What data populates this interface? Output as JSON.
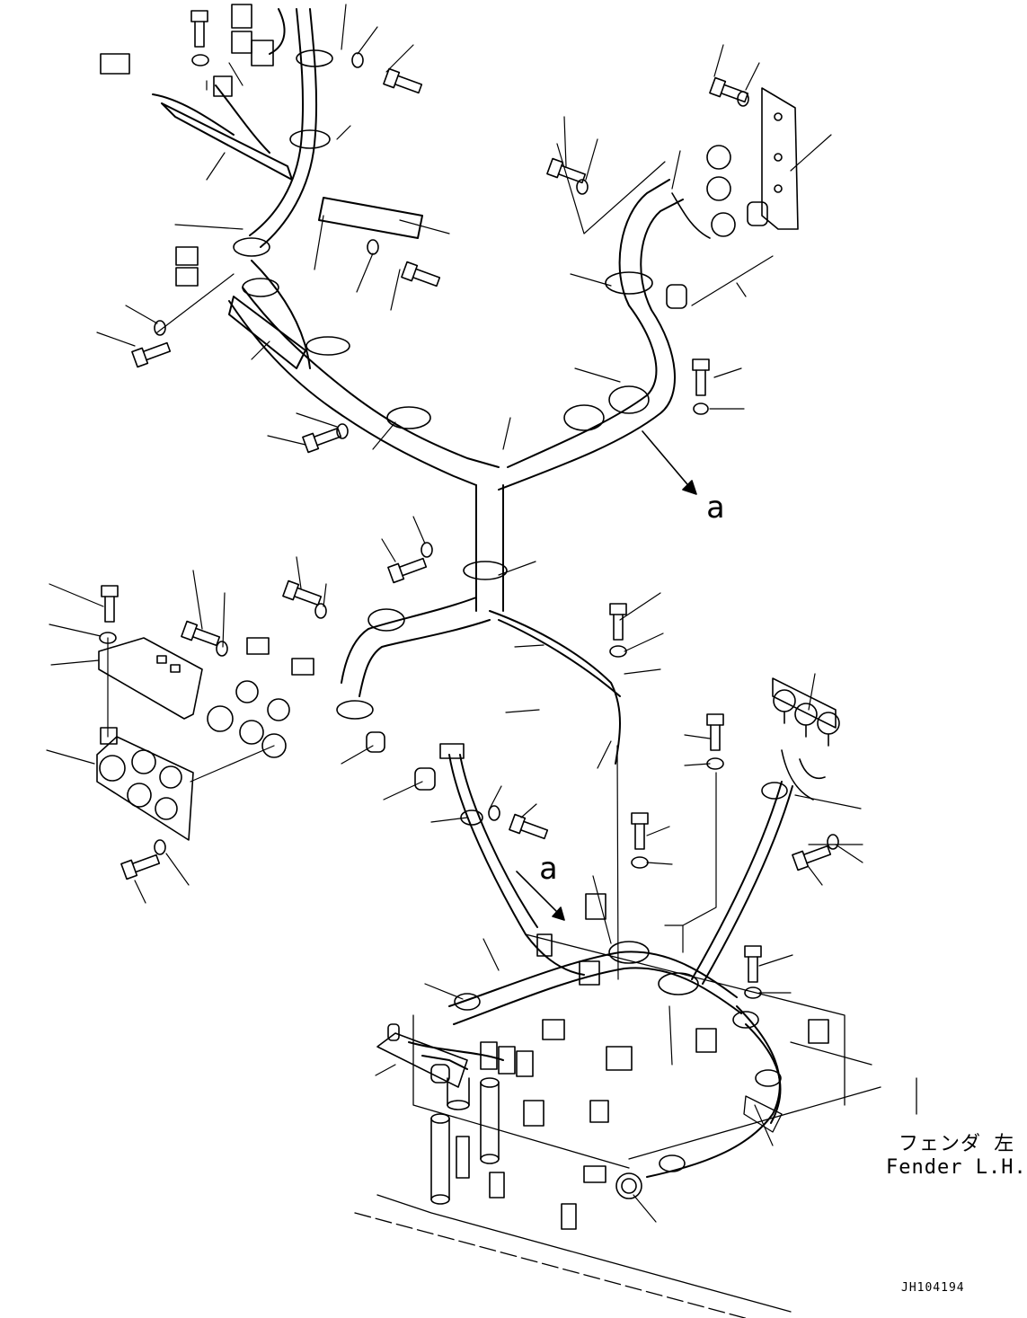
{
  "diagram": {
    "ref_upper": "a",
    "ref_lower": "a",
    "fender_jp": "フェンダ 左",
    "fender_en": "Fender L.H.",
    "drawing_no": "JH104194",
    "line_color": "#000000"
  }
}
